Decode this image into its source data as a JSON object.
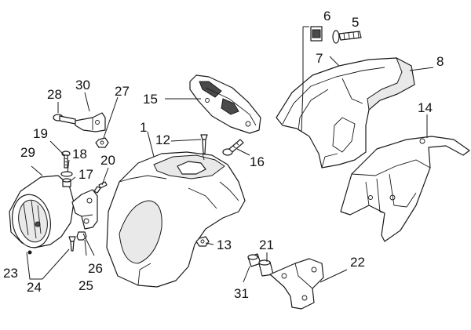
{
  "parts": [
    {
      "id": "p1",
      "label": "1"
    },
    {
      "id": "p5",
      "label": "5"
    },
    {
      "id": "p6",
      "label": "6"
    },
    {
      "id": "p7",
      "label": "7"
    },
    {
      "id": "p8",
      "label": "8"
    },
    {
      "id": "p12",
      "label": "12"
    },
    {
      "id": "p13",
      "label": "13"
    },
    {
      "id": "p14",
      "label": "14"
    },
    {
      "id": "p15",
      "label": "15"
    },
    {
      "id": "p16",
      "label": "16"
    },
    {
      "id": "p17",
      "label": "17"
    },
    {
      "id": "p18",
      "label": "18"
    },
    {
      "id": "p19",
      "label": "19"
    },
    {
      "id": "p20",
      "label": "20"
    },
    {
      "id": "p21",
      "label": "21"
    },
    {
      "id": "p22",
      "label": "22"
    },
    {
      "id": "p23",
      "label": "23"
    },
    {
      "id": "p24",
      "label": "24"
    },
    {
      "id": "p25",
      "label": "25"
    },
    {
      "id": "p26",
      "label": "26"
    },
    {
      "id": "p27",
      "label": "27"
    },
    {
      "id": "p28",
      "label": "28"
    },
    {
      "id": "p29",
      "label": "29"
    },
    {
      "id": "p30",
      "label": "30"
    },
    {
      "id": "p31",
      "label": "31"
    }
  ],
  "colors": {
    "line": "#1a1a1a",
    "background": "#ffffff",
    "shade": "#e9e9e9"
  }
}
